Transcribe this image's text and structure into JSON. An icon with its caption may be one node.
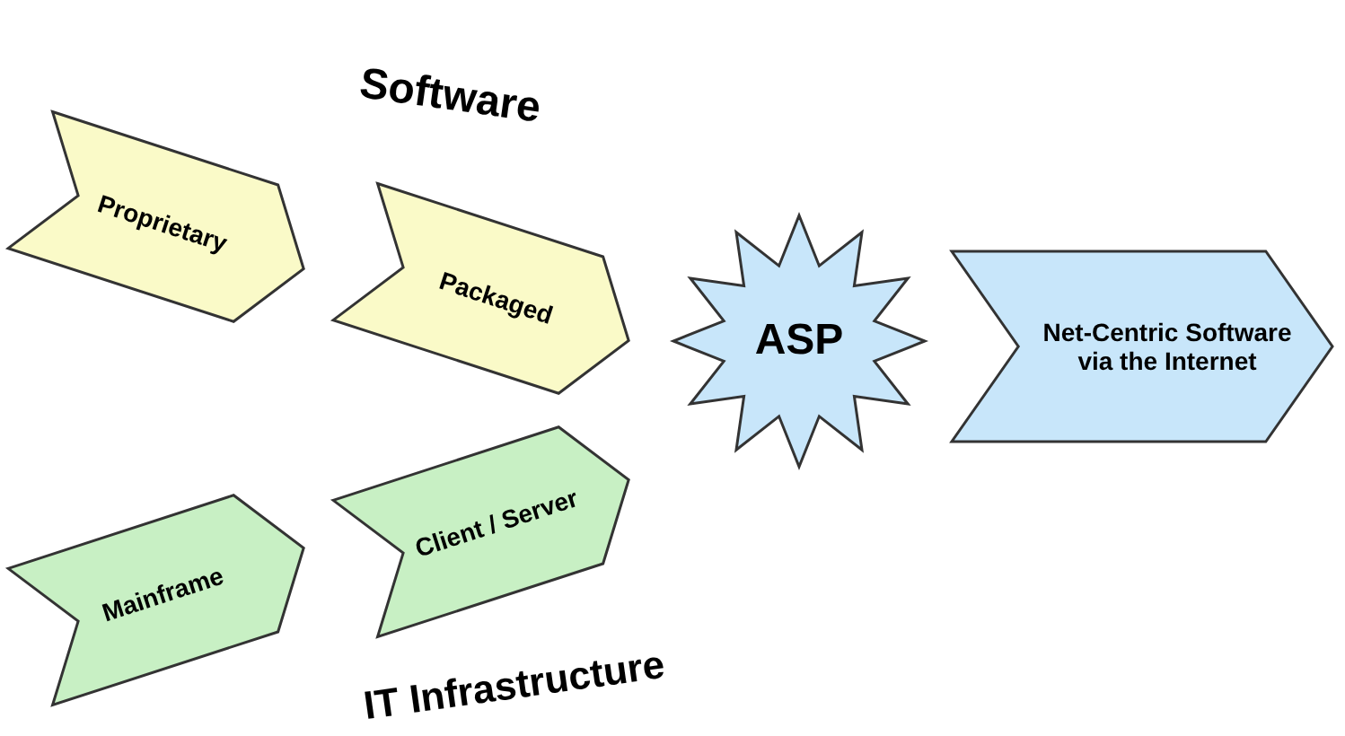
{
  "diagram": {
    "nodes": [
      {
        "text": [
          "Proprietary"
        ]
      },
      {
        "text": [
          "Packaged"
        ]
      },
      {
        "text": [
          "Mainframe"
        ]
      },
      {
        "text": [
          "Client / Server"
        ]
      },
      {
        "text": [
          "ASP"
        ]
      },
      {
        "text": [
          "Net-Centric Software via the Internet"
        ]
      }
    ],
    "labels": [
      "Software",
      "IT Infrastructure"
    ]
  }
}
